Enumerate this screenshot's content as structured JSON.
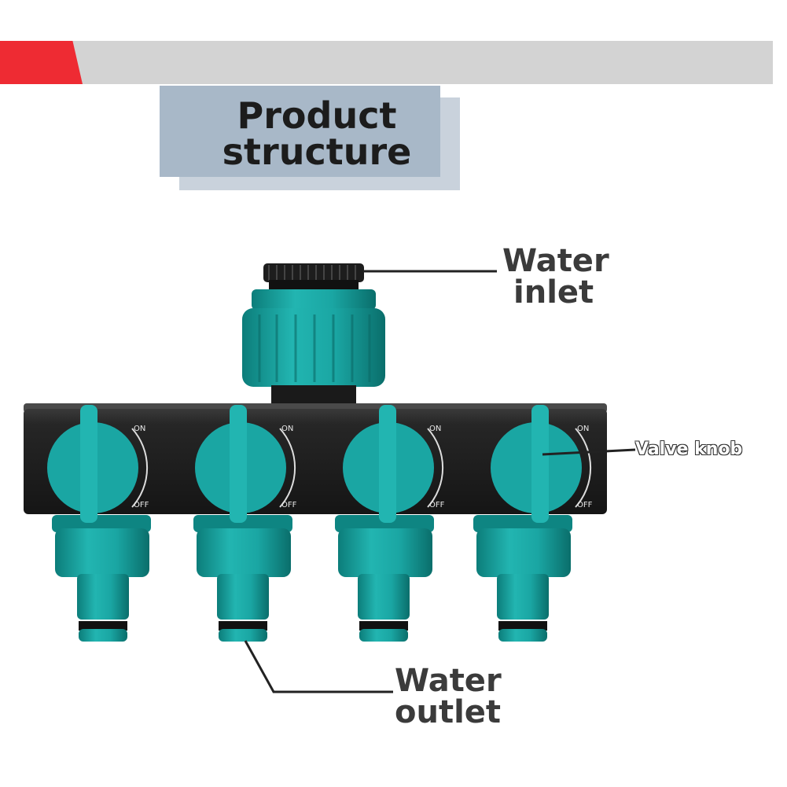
{
  "title": {
    "line1": "Product",
    "line2": "structure"
  },
  "labels": {
    "water_inlet": {
      "line1": "Water",
      "line2": "inlet"
    },
    "valve_knob": "Valve knob",
    "water_outlet": {
      "line1": "Water",
      "line2": "outlet"
    }
  },
  "valve_markings": {
    "on": "ON",
    "off": "OFF"
  },
  "colors": {
    "banner_red": "#ee2b33",
    "banner_gray": "#d3d3d3",
    "title_box": "#a8b8c8",
    "teal": "#17a3a0",
    "teal_dark": "#0c7d7a",
    "body_black": "#1f1f1f"
  }
}
